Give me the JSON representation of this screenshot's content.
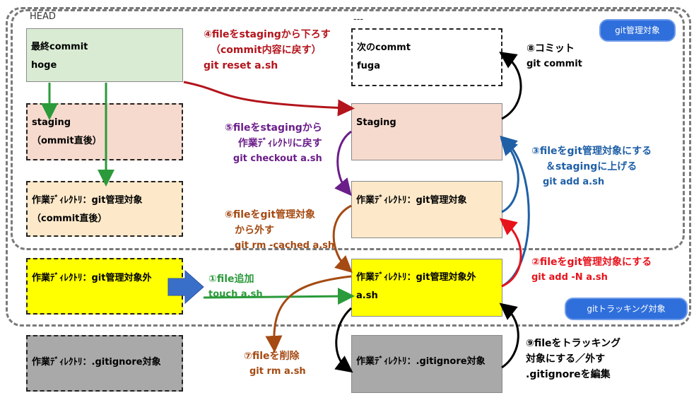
{
  "regions": {
    "git_managed_label": "git管理対象",
    "git_tracking_label": "gitトラッキング対象"
  },
  "headers": {
    "head": "HEAD",
    "dash": "---"
  },
  "left": {
    "last_commit": [
      "最終commit",
      "hoge"
    ],
    "staging": [
      "staging",
      "（ommit直後）"
    ],
    "workdir_managed": [
      "作業ﾃﾞｨﾚｸﾄﾘ：git管理対象",
      "（commit直後）"
    ],
    "workdir_unmanaged": [
      "作業ﾃﾞｨﾚｸﾄﾘ：git管理対象外"
    ],
    "workdir_ignore": [
      "作業ﾃﾞｨﾚｸﾄﾘ：.gitignore対象"
    ]
  },
  "right": {
    "next_commit": [
      "次のcommt",
      "fuga"
    ],
    "staging": [
      "Staging"
    ],
    "workdir_managed": [
      "作業ﾃﾞｨﾚｸﾄﾘ：git管理対象"
    ],
    "workdir_unmanaged": [
      "作業ﾃﾞｨﾚｸﾄﾘ：git管理対象外",
      "a.sh"
    ],
    "workdir_ignore": [
      "作業ﾃﾞｨﾚｸﾄﾘ：.gitignore対象"
    ]
  },
  "steps": {
    "s1": [
      "①file追加",
      "touch a.sh"
    ],
    "s2": [
      "②fileをgit管理対象にする",
      "git add -N a.sh"
    ],
    "s3": [
      "③fileをgit管理対象にする",
      "＆stagingに上げる",
      "git add a.sh"
    ],
    "s4": [
      "④fileをstagingから下ろす",
      "（commit内容に戻す）",
      "git reset a.sh"
    ],
    "s5": [
      "⑤fileをstagingから",
      "作業ﾃﾞｨﾚｸﾄﾘに戻す",
      "git checkout a.sh"
    ],
    "s6": [
      "⑥fileをgit管理対象",
      "から外す",
      "git rm -cached a.sh"
    ],
    "s7": [
      "⑦fileを削除",
      "git rm  a.sh"
    ],
    "s8": [
      "⑧コミット",
      "git commit"
    ],
    "s9": [
      "⑨fileをトラッキング",
      "対象にする／外す",
      ".gitignoreを編集"
    ]
  },
  "colors": {
    "green": "#d9ecd3",
    "peach": "#f6dacd",
    "cream": "#fde9c9",
    "yellow": "#ffff00",
    "gray": "#a9a9a9",
    "red": "#e8121b",
    "darkred": "#b3151c",
    "purple": "#6b1d8a",
    "brown": "#a54a12",
    "blue": "#1f5fa6",
    "green_step": "#2a9a3a",
    "badge": "#2f6fdc"
  }
}
